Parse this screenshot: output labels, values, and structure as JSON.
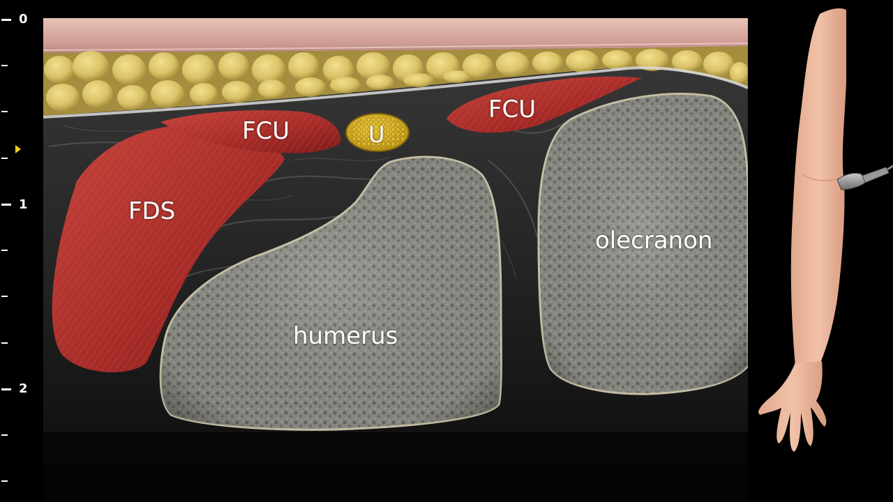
{
  "depth_scale": {
    "labels": {
      "d0": "0",
      "d1": "1",
      "d2": "2"
    },
    "focus_marker_color": "#f2d21c"
  },
  "labels": {
    "fcu_left": "FCU",
    "fcu_right": "FCU",
    "ulnar_nerve": "U",
    "fds": "FDS",
    "humerus": "humerus",
    "olecranon": "olecranon"
  },
  "colors": {
    "skin": "#d8a8a0",
    "fat": "#d6c06a",
    "muscle": "#b3322e",
    "nerve": "#d8b020",
    "bone": "#8e8e88",
    "soft_tissue": "#2e2e2e"
  },
  "icons": {
    "probe": "ultrasound-probe-icon",
    "arm": "arm-illustration"
  }
}
